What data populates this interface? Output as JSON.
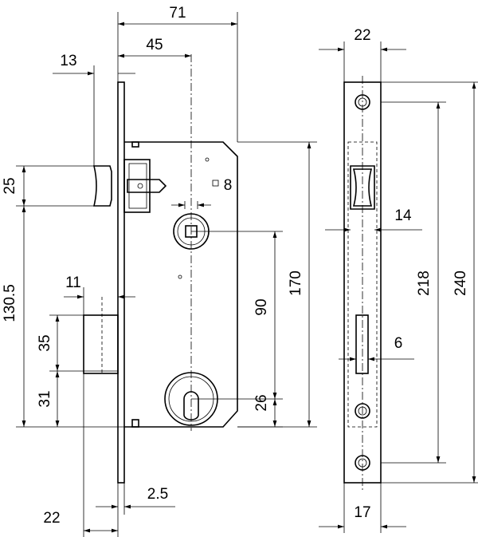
{
  "front_view": {
    "dimensions": {
      "overall_depth": "71",
      "backset": "45",
      "latch_projection": "13",
      "latch_height": "25",
      "follower_size": "8",
      "latch_to_bottom": "130.5",
      "bolt_projection": "11",
      "bolt_height": "35",
      "bolt_to_bottom": "31",
      "follower_to_cylinder": "90",
      "case_height": "170",
      "cylinder_to_bottom": "26",
      "bolt_offset": "22",
      "plate_thickness": "2.5"
    }
  },
  "side_view": {
    "dimensions": {
      "plate_width": "22",
      "latch_width": "14",
      "bolt_width": "6",
      "screw_spacing": "218",
      "plate_length": "240",
      "bottom_width": "17"
    }
  }
}
